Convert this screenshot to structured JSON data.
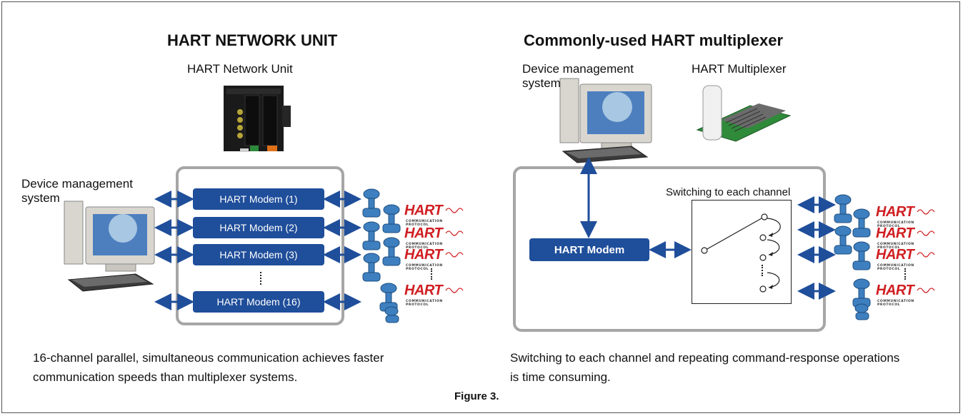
{
  "left": {
    "title": "HART NETWORK UNIT",
    "unit_label": "HART Network Unit",
    "device_label_line1": "Device management",
    "device_label_line2": "system",
    "modems": [
      "HART Modem (1)",
      "HART Modem (2)",
      "HART Modem (3)",
      "HART Modem (16)"
    ],
    "caption": "16-channel parallel, simultaneous communication achieves faster communication speeds than multiplexer systems."
  },
  "right": {
    "title": "Commonly-used HART multiplexer",
    "device_label_line1": "Device management",
    "device_label_line2": "system",
    "mux_label": "HART Multiplexer",
    "switch_label": "Switching to each channel",
    "modem": "HART Modem",
    "caption": "Switching to each channel and repeating command-response operations is time consuming."
  },
  "hart_logo": {
    "word": "HART",
    "tagline": "COMMUNICATION PROTOCOL"
  },
  "figure_caption": "Figure 3.",
  "colors": {
    "modem_fill": "#1f4e9a",
    "arrow": "#1f4e9a",
    "box_border": "#a6a6a6",
    "hart_red": "#d01e22"
  }
}
